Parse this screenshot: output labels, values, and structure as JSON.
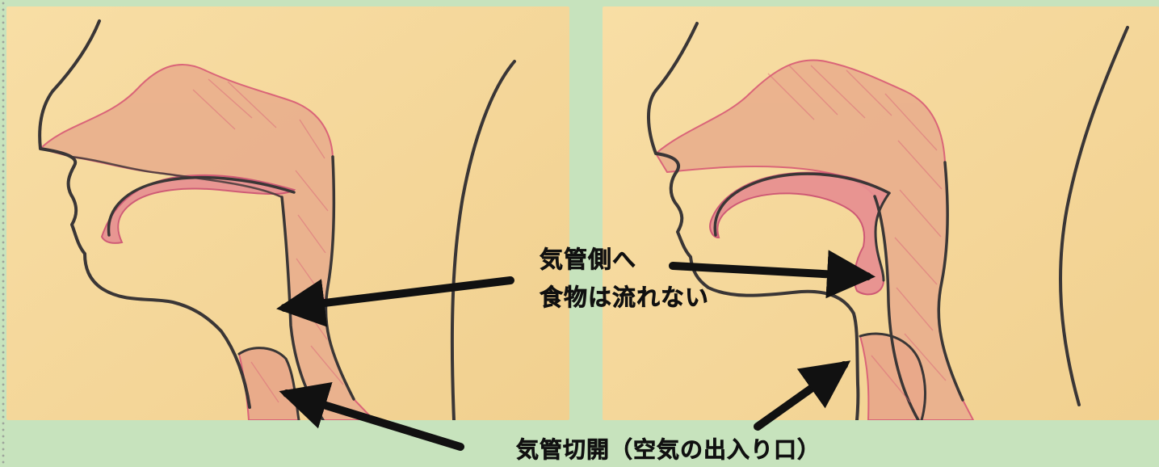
{
  "labels": {
    "trachea_side_line1": "気管側へ",
    "trachea_side_line2": "食物は流れない",
    "tracheostomy": "気管切開（空気の出入り口）"
  },
  "colors": {
    "background": "#c7e3bd",
    "paper": "#f5d99b",
    "tissue": "#e9a98a",
    "tissue_edge": "#d85873",
    "pencil": "#3a3636",
    "arrow": "#111111"
  }
}
